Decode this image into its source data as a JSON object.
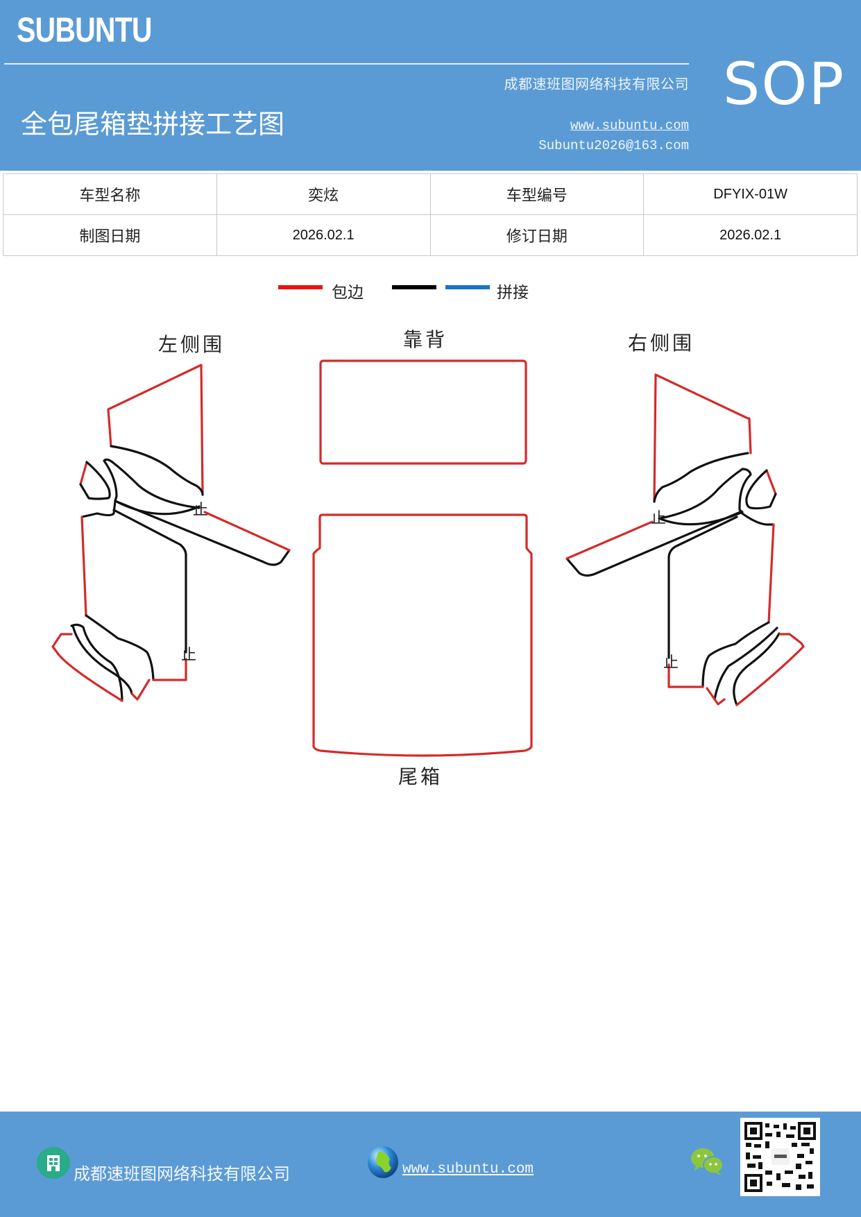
{
  "header": {
    "brand": "SUBUNTU",
    "company": "成都速班图网络科技有限公司",
    "title": "全包尾箱垫拼接工艺图",
    "website": "www.subuntu.com",
    "email": "Subuntu2026@163.com",
    "doc_type": "SOP",
    "color": "#5b9bd5"
  },
  "info_table": {
    "rows": [
      [
        "车型名称",
        "奕炫",
        "车型编号",
        "DFYIX-01W"
      ],
      [
        "制图日期",
        "2026.02.1",
        "修订日期",
        "2026.02.1"
      ]
    ]
  },
  "legend": {
    "items": [
      {
        "label": "包边",
        "color": "#ee1111"
      },
      {
        "label": "",
        "color": "#000000"
      },
      {
        "label": "拼接",
        "color": "#1a73c8"
      }
    ]
  },
  "diagram": {
    "labels": {
      "left": "左侧围",
      "back": "靠背",
      "right": "右侧围",
      "trunk": "尾箱"
    },
    "stop_mark": "止",
    "edge_color": "#d42a2a",
    "seam_color": "#111111"
  },
  "footer": {
    "company": "成都速班图网络科技有限公司",
    "website": "www.subuntu.com",
    "icons": [
      "building-icon",
      "globe-icon",
      "wechat-icon",
      "qr-code"
    ]
  }
}
